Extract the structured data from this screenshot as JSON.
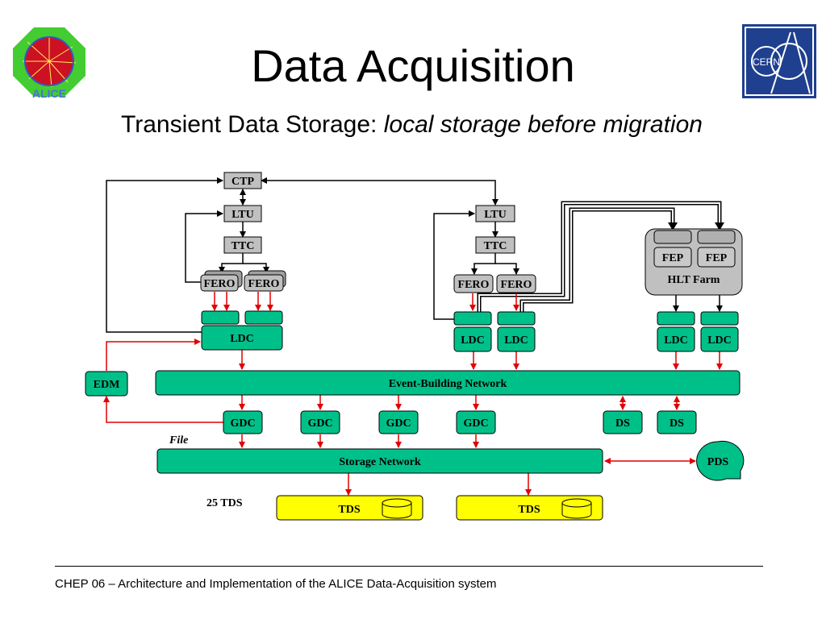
{
  "slide": {
    "title": "Data Acquisition",
    "subtitle_prefix": "Transient Data Storage: ",
    "subtitle_italic": "local storage before migration",
    "footer": "CHEP 06 – Architecture and Implementation of the ALICE Data-Acquisition system",
    "alice_logo_text": "ALICE",
    "cern_logo_text": "CERN"
  },
  "diagram": {
    "ctp": "CTP",
    "ltu": "LTU",
    "ttc": "TTC",
    "fero": "FERO",
    "ldc": "LDC",
    "fep": "FEP",
    "hlt_farm": "HLT Farm",
    "edm": "EDM",
    "event_building_network": "Event-Building Network",
    "gdc": "GDC",
    "ds": "DS",
    "file_label": "File",
    "storage_network": "Storage Network",
    "pds": "PDS",
    "tds_count": "25 TDS",
    "tds": "TDS"
  },
  "colors": {
    "teal": "#00c08a",
    "yellow": "#ffff00",
    "gray_box": "#c0c0c0",
    "red_arrow": "#e00000",
    "cern_blue": "#1f3f8f"
  }
}
